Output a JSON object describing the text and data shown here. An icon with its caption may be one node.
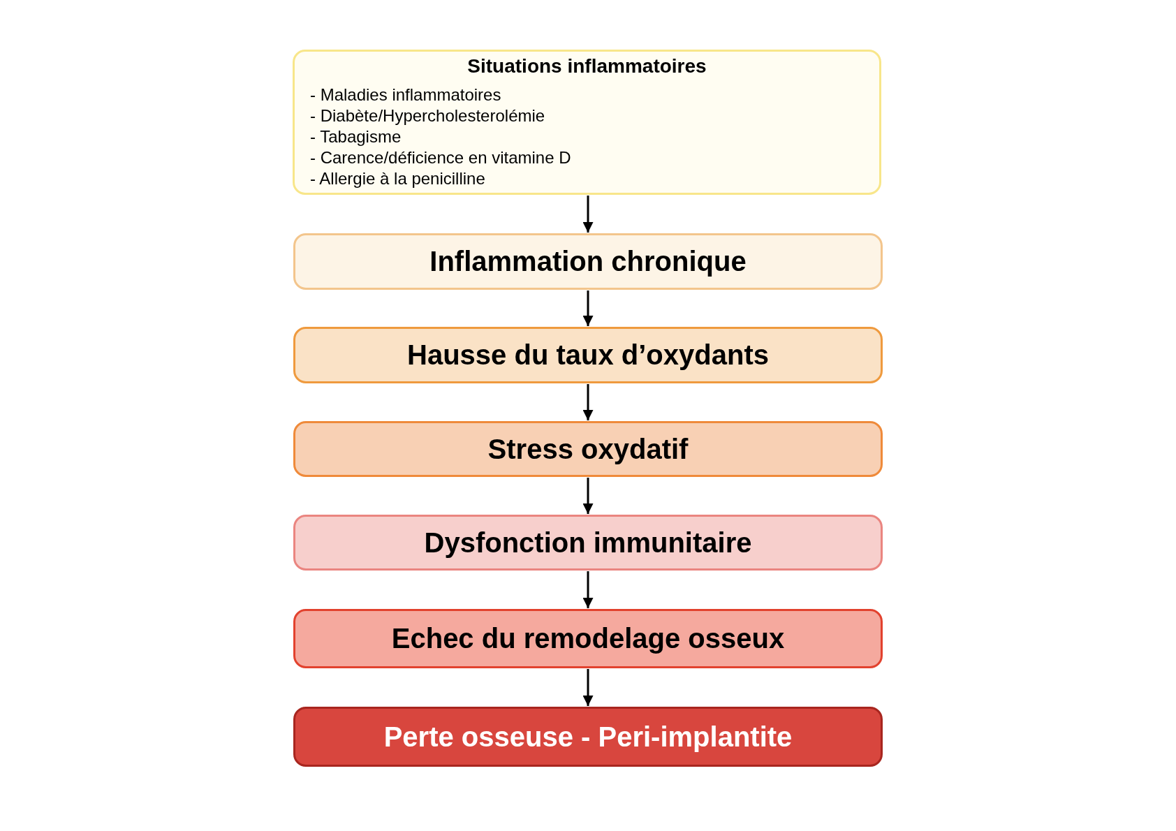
{
  "diagram": {
    "nodes": [
      {
        "text": [
          "Situations inflammatoires",
          "- Maladies inflammatoires",
          "- Diabète/Hypercholesterolémie",
          "- Tabagisme",
          "- Carence/déficience en vitamine D",
          "- Allergie à la penicilline"
        ]
      },
      {
        "text": [
          "Inflammation chronique"
        ]
      },
      {
        "text": [
          "Hausse du taux d’oxydants"
        ]
      },
      {
        "text": [
          "Stress oxydatif"
        ]
      },
      {
        "text": [
          "Dysfonction immunitaire"
        ]
      },
      {
        "text": [
          "Echec du remodelage osseux"
        ]
      },
      {
        "text": [
          "Perte osseuse - Peri-implantite"
        ]
      }
    ],
    "edges": [
      {
        "from": 0,
        "to": 1,
        "arrow": "to"
      },
      {
        "from": 1,
        "to": 2,
        "arrow": "to"
      },
      {
        "from": 2,
        "to": 3,
        "arrow": "to"
      },
      {
        "from": 3,
        "to": 4,
        "arrow": "to"
      },
      {
        "from": 4,
        "to": 5,
        "arrow": "to"
      },
      {
        "from": 5,
        "to": 6,
        "arrow": "to"
      }
    ]
  }
}
